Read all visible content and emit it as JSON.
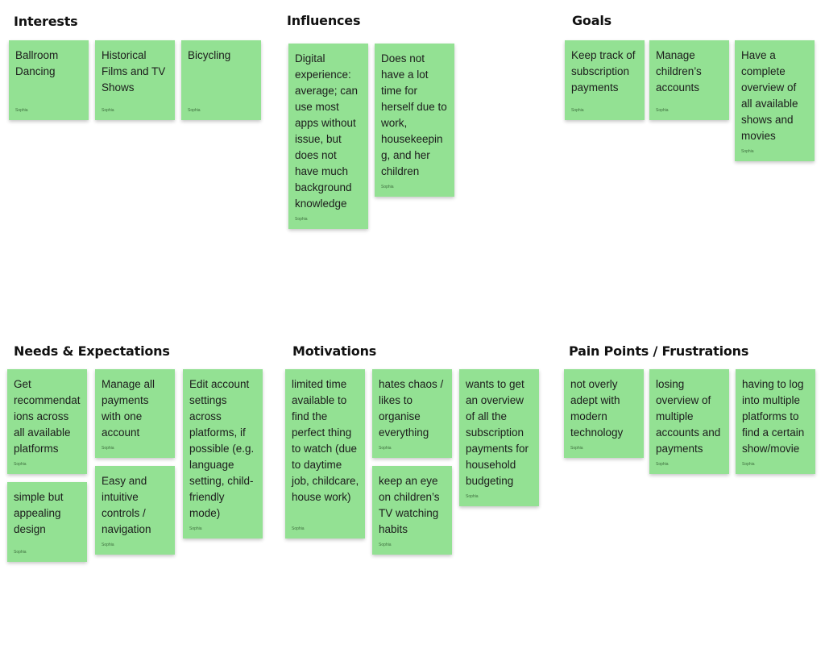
{
  "sections": [
    {
      "title": "Interests",
      "notes": [
        {
          "text": "Ballroom Dancing",
          "author": "Sophia"
        },
        {
          "text": "Historical Films and TV Shows",
          "author": "Sophia"
        },
        {
          "text": "Bicycling",
          "author": "Sophia"
        }
      ]
    },
    {
      "title": "Influences",
      "notes": [
        {
          "text": "Digital experience: average; can use most apps without issue, but does not have much background knowledge",
          "author": "Sophia"
        },
        {
          "text": "Does not have a lot time for herself due to work, housekeeping, and her children",
          "author": "Sophia"
        }
      ]
    },
    {
      "title": "Goals",
      "notes": [
        {
          "text": "Keep track of subscription payments",
          "author": "Sophia"
        },
        {
          "text": "Manage children’s accounts",
          "author": "Sophia"
        },
        {
          "text": "Have a complete overview of all available shows and movies",
          "author": "Sophia"
        }
      ]
    },
    {
      "title": "Needs & Expectations",
      "notes": [
        {
          "text": "Get recommendations across all available platforms",
          "author": "Sophia"
        },
        {
          "text": "Manage all payments with one account",
          "author": "Sophia"
        },
        {
          "text": "Edit account settings across platforms, if possible (e.g. language setting, child-friendly mode)",
          "author": "Sophia"
        },
        {
          "text": "simple but appealing design",
          "author": "Sophia"
        },
        {
          "text": "Easy and intuitive controls / navigation",
          "author": "Sophia"
        }
      ]
    },
    {
      "title": "Motivations",
      "notes": [
        {
          "text": "limited time available to find the perfect thing to watch (due to daytime job, childcare, house work)",
          "author": "Sophia"
        },
        {
          "text": "hates chaos / likes to organise everything",
          "author": "Sophia"
        },
        {
          "text": "wants to get an overview of all the subscription payments for household budgeting",
          "author": "Sophia"
        },
        {
          "text": "keep an eye on children’s TV watching habits",
          "author": "Sophia"
        }
      ]
    },
    {
      "title": "Pain Points / Frustrations",
      "notes": [
        {
          "text": "not overly adept with modern technology",
          "author": "Sophia"
        },
        {
          "text": "losing overview of multiple accounts and payments",
          "author": "Sophia"
        },
        {
          "text": "having to log into multiple platforms to find a certain show/movie",
          "author": "Sophia"
        }
      ]
    }
  ]
}
